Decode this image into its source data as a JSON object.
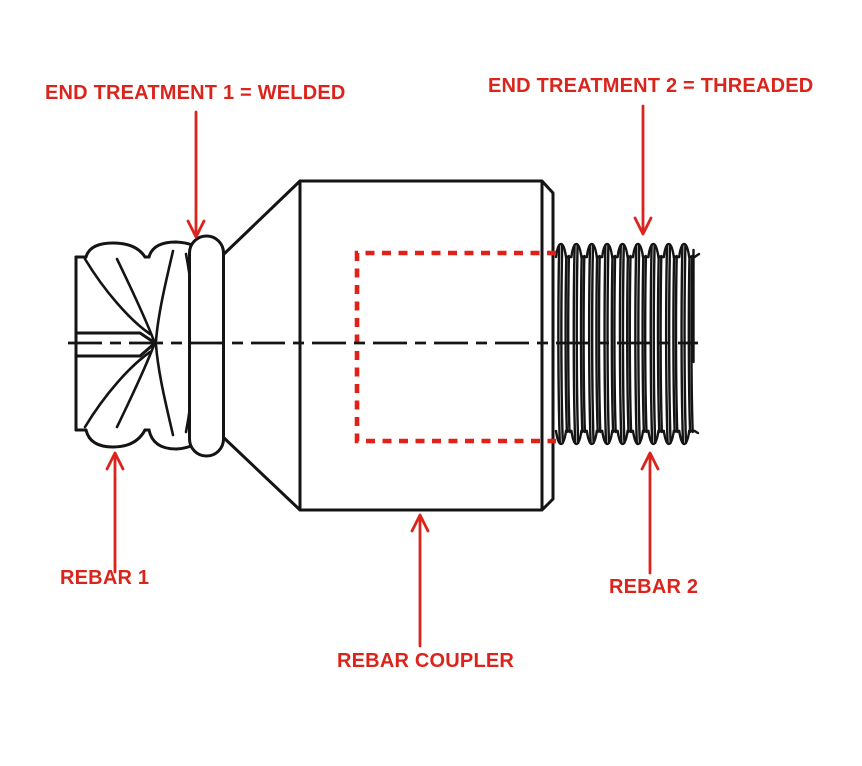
{
  "colors": {
    "annotation_red": "#da241c",
    "drawing_black": "#141414",
    "background": "#ffffff"
  },
  "labels": {
    "end_treatment_1": "END TREATMENT 1 = WELDED",
    "end_treatment_2": "END TREATMENT 2 = THREADED",
    "rebar_1": "REBAR 1",
    "rebar_2": "REBAR 2",
    "rebar_coupler": "REBAR COUPLER"
  }
}
